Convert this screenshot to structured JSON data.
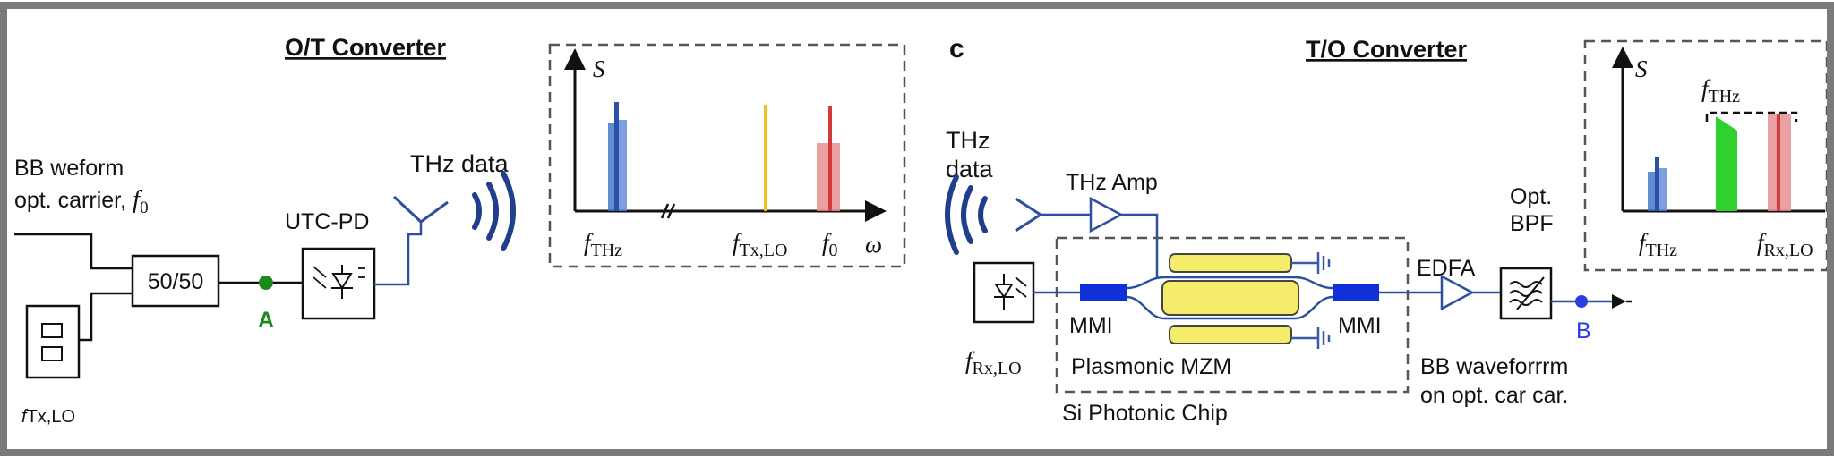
{
  "left": {
    "title": "O/T Converter",
    "input_line1": "BB weform",
    "input_line2_prefix": "opt. carrier, ",
    "input_line2_symbol": "f",
    "input_line2_sub": "0",
    "splitter": "50/50",
    "point_a": "A",
    "utc_pd": "UTC-PD",
    "thz_data": "THz data",
    "laser_label_f": "f",
    "laser_label_sub": "Tx,LO",
    "inset": {
      "y_axis": "S",
      "x_axis": "ω",
      "label1_f": "f",
      "label1_sub": "THz",
      "label2_f": "f",
      "label2_sub": "Tx,LO",
      "label3_f": "f",
      "label3_sub": "0"
    }
  },
  "right": {
    "panel_letter": "c",
    "title": "T/O Converter",
    "thz_data_line1": "THz",
    "thz_data_line2": "data",
    "thz_amp": "THz Amp",
    "mmi_left": "MMI",
    "mmi_right": "MMI",
    "mzm": "Plasmonic MZM",
    "chip": "Si Photonic Chip",
    "edfa": "EDFA",
    "bpf_line1": "Opt.",
    "bpf_line2": "BPF",
    "point_b": "B",
    "lo_f": "f",
    "lo_sub": "Rx,LO",
    "output_line1": "BB waveforrrm",
    "output_line2": "on opt. car car.",
    "inset": {
      "y_axis": "S",
      "top_f": "f",
      "top_sub": "THz",
      "label1_f": "f",
      "label1_sub": "THz",
      "label2_f": "f",
      "label2_sub": "Rx,LO"
    }
  },
  "colors": {
    "frame": "#7a7a7a",
    "blue_line": "#2c4f9e",
    "mmi_blue": "#1030d8",
    "mzm_yellow": "#f4ec6a",
    "green": "#1a8a1a",
    "point_b": "#2b3fe0",
    "spec_blue": "#3a6fc4",
    "spec_red": "#d43a3a",
    "spec_yellow": "#f0c020",
    "spec_green": "#2ed12e"
  }
}
